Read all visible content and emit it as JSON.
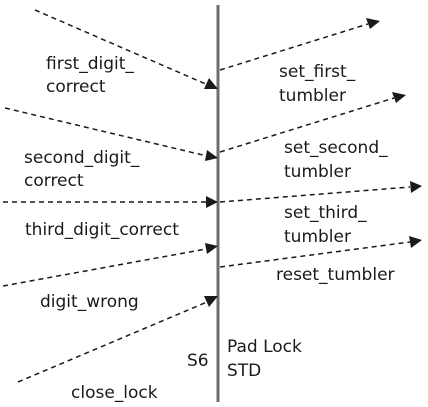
{
  "lifeline": {
    "state_label": "S6",
    "component_line1": "Pad Lock",
    "component_line2": "STD"
  },
  "inputs": [
    {
      "line1": "first_digit_",
      "line2": "correct"
    },
    {
      "line1": "second_digit_",
      "line2": "correct"
    },
    {
      "line1": "third_digit_correct",
      "line2": ""
    },
    {
      "line1": "digit_wrong",
      "line2": ""
    },
    {
      "line1": "close_lock",
      "line2": ""
    }
  ],
  "outputs": [
    {
      "line1": "set_first_",
      "line2": "tumbler"
    },
    {
      "line1": "set_second_",
      "line2": "tumbler"
    },
    {
      "line1": "set_third_",
      "line2": "tumbler"
    },
    {
      "line1": "reset_tumbler",
      "line2": ""
    }
  ]
}
